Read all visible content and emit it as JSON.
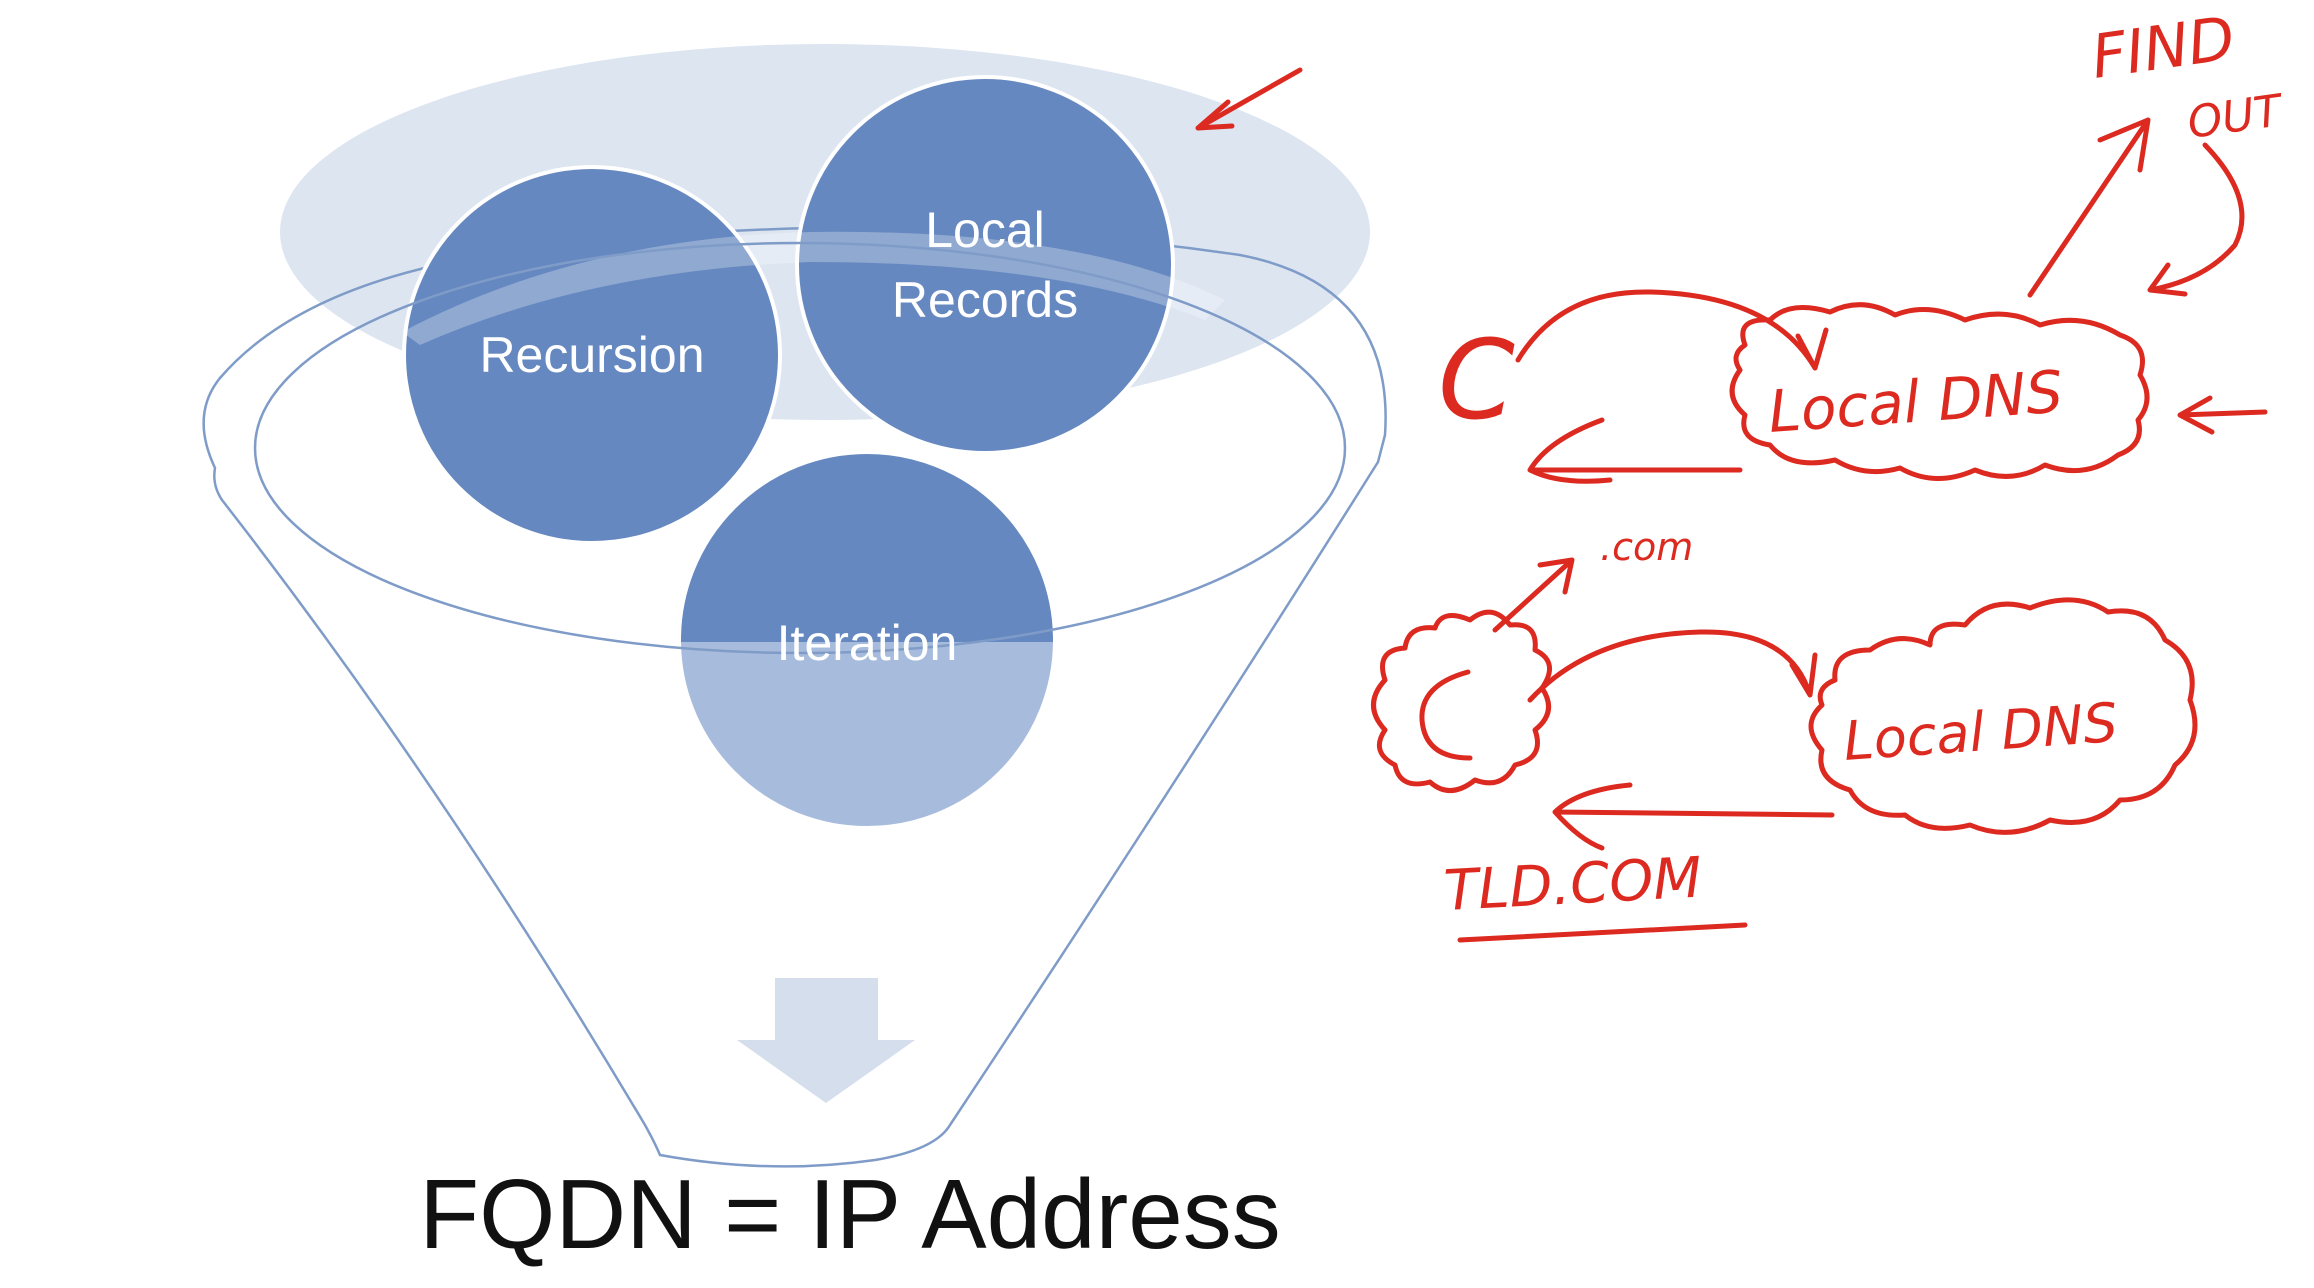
{
  "diagram": {
    "circles": {
      "recursion": "Recursion",
      "local_records": "Local Records",
      "iteration": "Iteration"
    },
    "caption": "FQDN = IP Address"
  },
  "annotations": {
    "find_out": [
      "FIND",
      "OUT"
    ],
    "top_cloud": "Local DNS",
    "top_client": "C",
    "com_label": ".com",
    "bottom_cloud": "Local DNS",
    "tld_label": "TLD.COM"
  },
  "colors": {
    "circle_fill": "#6688c0",
    "circle_fill_light": "#a7bcdc",
    "funnel_stroke": "#7f9cc8",
    "ellipse_fill": "#dde5f1",
    "arrow_fill": "#d5deec",
    "ink": "#dc2a20"
  }
}
